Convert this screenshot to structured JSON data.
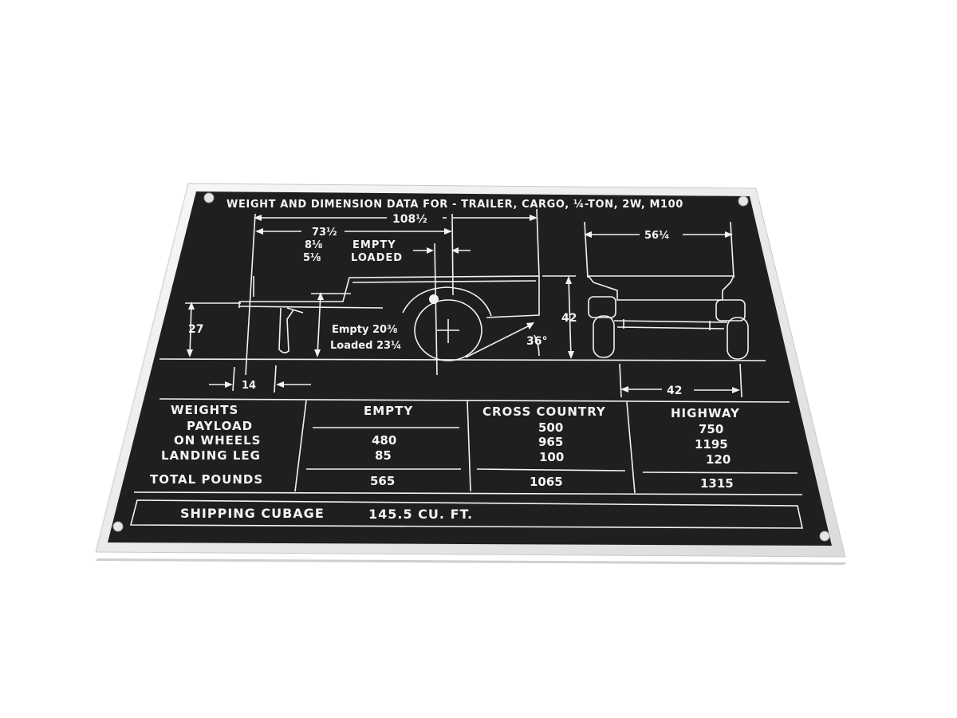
{
  "plate": {
    "title": "WEIGHT AND DIMENSION DATA FOR - TRAILER, CARGO, ¼-TON, 2W, M100",
    "colors": {
      "plate": "#1f1f1f",
      "frame": "#f3f3f3",
      "ink": "#f2f2f2"
    },
    "side_view": {
      "overall_length": "108½",
      "body_length": "73½",
      "tongue_top": "8⅛",
      "tongue_bottom": "5⅛",
      "state_empty": "EMPTY",
      "state_loaded": "LOADED",
      "hitch_height": "27",
      "ground_clearance_empty": "Empty 20⅜",
      "ground_clearance_loaded": "Loaded 23¼",
      "body_height": "42",
      "departure_angle": "36°",
      "leg_offset": "14"
    },
    "rear_view": {
      "overall_width": "56¼",
      "track_width": "42"
    },
    "table": {
      "headers": [
        "WEIGHTS",
        "EMPTY",
        "CROSS COUNTRY",
        "HIGHWAY"
      ],
      "rows": [
        {
          "label": "PAYLOAD",
          "values": [
            "",
            "500",
            "750"
          ]
        },
        {
          "label": "ON WHEELS",
          "values": [
            "480",
            "965",
            "1195"
          ]
        },
        {
          "label": "LANDING LEG",
          "values": [
            "85",
            "100",
            "120"
          ]
        }
      ],
      "total": {
        "label": "TOTAL POUNDS",
        "values": [
          "565",
          "1065",
          "1315"
        ]
      }
    },
    "shipping": {
      "label": "SHIPPING CUBAGE",
      "value": "145.5 CU. FT."
    }
  }
}
